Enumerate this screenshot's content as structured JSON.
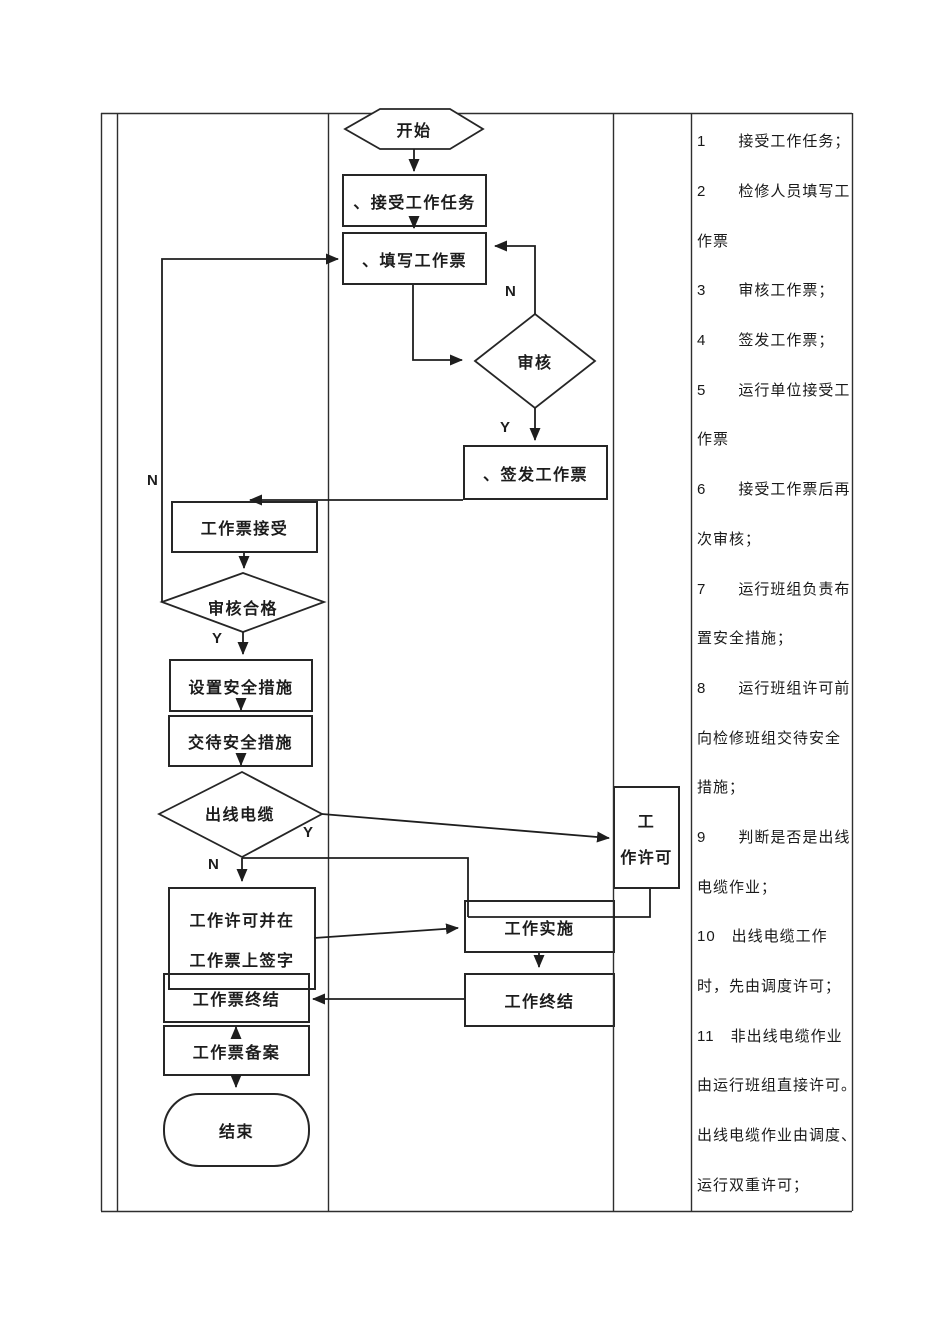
{
  "page": {
    "bg": "#ffffff",
    "ink": "#262626"
  },
  "flowchart": {
    "start": "开始",
    "nodes": {
      "accept_task": "、接受工作任务",
      "fill_ticket": "、填写工作票",
      "review": "审核",
      "issue_ticket": "、签发工作票",
      "ticket_accept": "工作票接受",
      "review_pass": "审核合格",
      "set_safety": "设置安全措施",
      "explain_safety": "交待安全措施",
      "outgoing_cable": "出线电缆",
      "permit_sign": {
        "line1": "工作许可并在",
        "line2": "工作票上签字"
      },
      "ticket_terminate": "工作票终结",
      "ticket_file": "工作票备案",
      "work_implement": "工作实施",
      "work_terminate": "工作终结",
      "work_permit": {
        "line1": "工",
        "line2": "作许可"
      },
      "end": "结束"
    },
    "branch_labels": {
      "review_n": "N",
      "review_y": "Y",
      "review_pass_n": "N",
      "review_pass_y": "Y",
      "cable_y": "Y",
      "cable_n": "N"
    }
  },
  "notes": {
    "lines": [
      "1　　接受工作任务；",
      "2　　检修人员填写工",
      "作票",
      "3　　审核工作票；",
      "4　　签发工作票；",
      "5　　运行单位接受工",
      "作票",
      "6　　接受工作票后再",
      "次审核；",
      "7　　运行班组负责布",
      "置安全措施；",
      "8　　运行班组许可前",
      "向检修班组交待安全",
      "措施；",
      "9　　判断是否是出线",
      "电缆作业；",
      "10　出线电缆工作",
      "时，先由调度许可；",
      "11　非出线电缆作业",
      "由运行班组直接许可。",
      "出线电缆作业由调度、",
      "运行双重许可；"
    ]
  }
}
